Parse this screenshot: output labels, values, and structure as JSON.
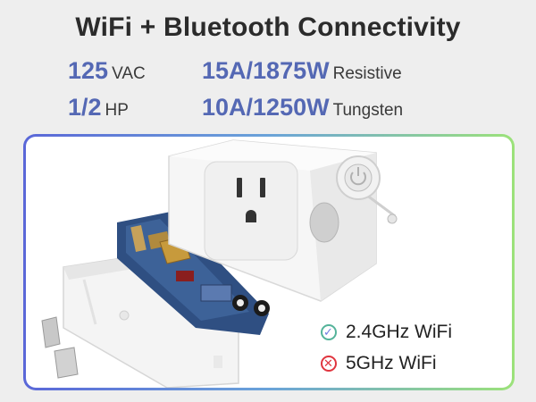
{
  "title": "WiFi + Bluetooth  Connectivity",
  "specs": {
    "voltage": {
      "value": "125",
      "unit": "VAC"
    },
    "hp": {
      "value": "1/2",
      "unit": "HP"
    },
    "resistive": {
      "value": "15A/1875W",
      "unit": "Resistive"
    },
    "tungsten": {
      "value": "10A/1250W",
      "unit": "Tungsten"
    }
  },
  "wifi": {
    "supported": {
      "label": "2.4GHz WiFi",
      "icon": "check-circle-icon",
      "color": "#54b39a"
    },
    "unsupported": {
      "label": "5GHz WiFi",
      "icon": "x-circle-icon",
      "color": "#e0353f"
    }
  },
  "colors": {
    "accent": "#5468b4",
    "frame_start": "#5a67d8",
    "frame_end": "#9ce27a"
  }
}
